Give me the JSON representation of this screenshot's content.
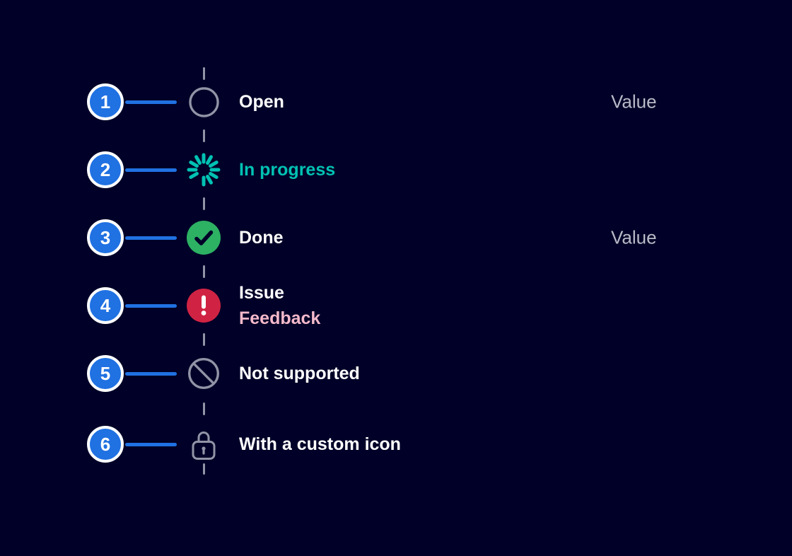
{
  "colors": {
    "background": "#000028",
    "annotation_blue": "#2071e2",
    "in_progress_teal": "#00c2b3",
    "done_green": "#2db163",
    "issue_red": "#d02343",
    "neutral_icon_gray": "#9194a6",
    "label_white": "#ffffff",
    "feedback_pink": "#f4b9ca",
    "value_gray": "#b9bac7"
  },
  "timeline": {
    "items": [
      {
        "number": "1",
        "label": "Open",
        "value": "Value",
        "icon": "open-circle-icon"
      },
      {
        "number": "2",
        "label": "In progress",
        "icon": "spinner-icon"
      },
      {
        "number": "3",
        "label": "Done",
        "value": "Value",
        "icon": "check-circle-icon"
      },
      {
        "number": "4",
        "label": "Issue",
        "sublabel": "Feedback",
        "icon": "alert-circle-icon"
      },
      {
        "number": "5",
        "label": "Not supported",
        "icon": "blocked-icon"
      },
      {
        "number": "6",
        "label": "With a custom icon",
        "icon": "lock-icon"
      }
    ]
  }
}
